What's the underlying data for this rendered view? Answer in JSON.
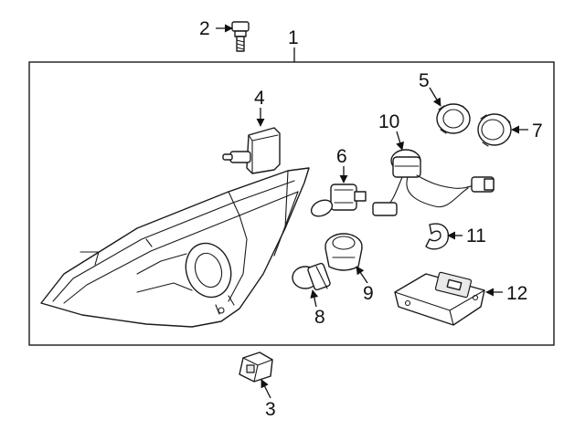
{
  "callouts": [
    {
      "id": "c1",
      "label": "1"
    },
    {
      "id": "c2",
      "label": "2"
    },
    {
      "id": "c3",
      "label": "3"
    },
    {
      "id": "c4",
      "label": "4"
    },
    {
      "id": "c5",
      "label": "5"
    },
    {
      "id": "c6",
      "label": "6"
    },
    {
      "id": "c7",
      "label": "7"
    },
    {
      "id": "c8",
      "label": "8"
    },
    {
      "id": "c9",
      "label": "9"
    },
    {
      "id": "c10",
      "label": "10"
    },
    {
      "id": "c11",
      "label": "11"
    },
    {
      "id": "c12",
      "label": "12"
    }
  ]
}
